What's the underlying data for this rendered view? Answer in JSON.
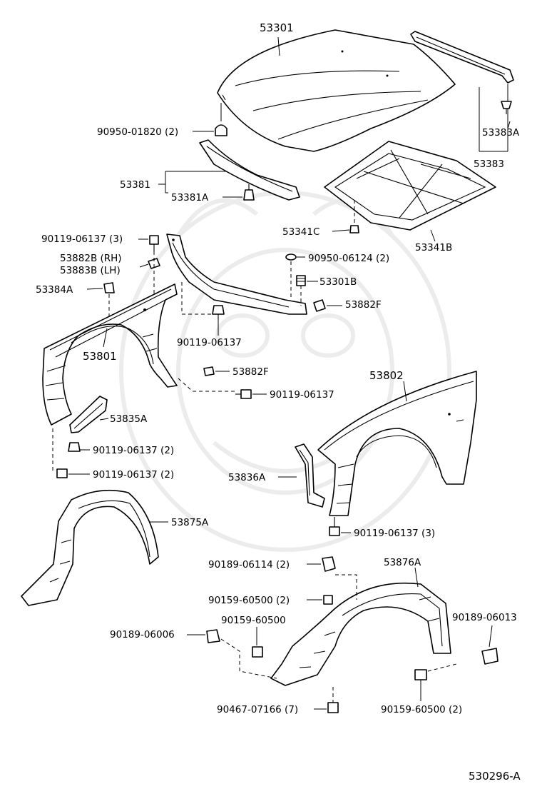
{
  "diagram_id": "530296-A",
  "callouts": [
    {
      "id": "c1",
      "text": "53301"
    },
    {
      "id": "c2",
      "text": "90950-01820 (2)"
    },
    {
      "id": "c3",
      "text": "53381"
    },
    {
      "id": "c4",
      "text": "53381A"
    },
    {
      "id": "c5",
      "text": "53383A"
    },
    {
      "id": "c6",
      "text": "53383"
    },
    {
      "id": "c7",
      "text": "53341C"
    },
    {
      "id": "c8",
      "text": "53341B"
    },
    {
      "id": "c9",
      "text": "90119-06137 (3)"
    },
    {
      "id": "c10",
      "text": "53882B (RH)"
    },
    {
      "id": "c11",
      "text": "53883B (LH)"
    },
    {
      "id": "c12",
      "text": "90950-06124 (2)"
    },
    {
      "id": "c13",
      "text": "53301B"
    },
    {
      "id": "c14",
      "text": "53384A"
    },
    {
      "id": "c15",
      "text": "53882F"
    },
    {
      "id": "c16",
      "text": "53801"
    },
    {
      "id": "c17",
      "text": "90119-06137"
    },
    {
      "id": "c18",
      "text": "53882F"
    },
    {
      "id": "c19",
      "text": "53802"
    },
    {
      "id": "c20",
      "text": "90119-06137"
    },
    {
      "id": "c21",
      "text": "53835A"
    },
    {
      "id": "c22",
      "text": "90119-06137 (2)"
    },
    {
      "id": "c23",
      "text": "90119-06137 (2)"
    },
    {
      "id": "c24",
      "text": "53836A"
    },
    {
      "id": "c25",
      "text": "53875A"
    },
    {
      "id": "c26",
      "text": "90119-06137 (3)"
    },
    {
      "id": "c27",
      "text": "90189-06114 (2)"
    },
    {
      "id": "c28",
      "text": "53876A"
    },
    {
      "id": "c29",
      "text": "90159-60500 (2)"
    },
    {
      "id": "c30",
      "text": "90159-60500"
    },
    {
      "id": "c31",
      "text": "90189-06013"
    },
    {
      "id": "c32",
      "text": "90189-06006"
    },
    {
      "id": "c33",
      "text": "90467-07166 (7)"
    },
    {
      "id": "c34",
      "text": "90159-60500 (2)"
    }
  ]
}
